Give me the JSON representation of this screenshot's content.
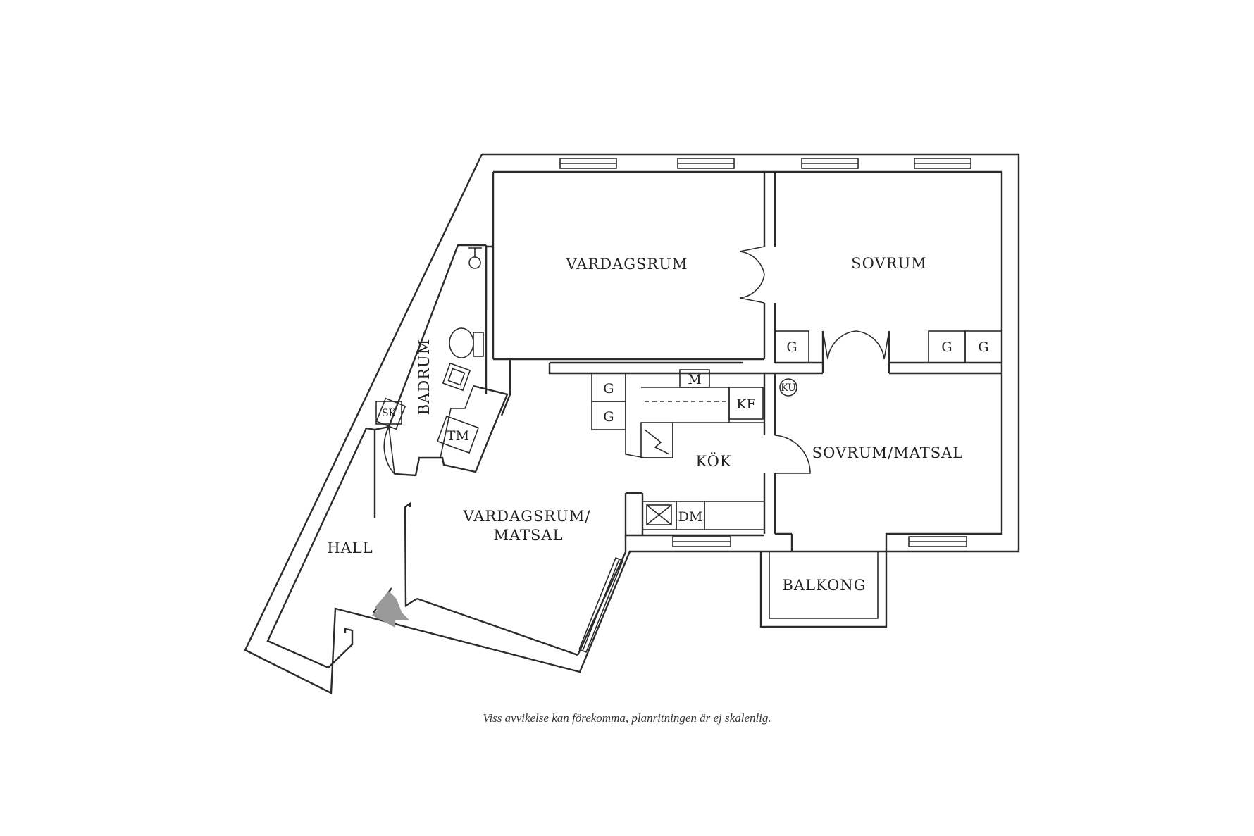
{
  "rooms": {
    "vardagsrum": "VARDAGSRUM",
    "sovrum": "SOVRUM",
    "sovrum_matsal": "SOVRUM/MATSAL",
    "kok": "KÖK",
    "vardagsrum_matsal_1": "VARDAGSRUM/",
    "vardagsrum_matsal_2": "MATSAL",
    "hall": "HALL",
    "badrum": "BADRUM",
    "balkong": "BALKONG"
  },
  "fixtures": {
    "g": "G",
    "m": "M",
    "kf": "KF",
    "tm": "TM",
    "sk": "SK",
    "ku": "KU",
    "dm": "DM"
  },
  "caption": "Viss avvikelse kan förekomma, planritningen är ej skalenlig.",
  "icons": [
    "entrance-arrow-icon",
    "stove-icon",
    "toilet-icon",
    "sink-icon",
    "shower-icon",
    "window-icon",
    "door-swing-icon"
  ],
  "colors": {
    "wall": "#2b2b2b",
    "entrance_arrow": "#9a9a9a",
    "background": "#ffffff"
  }
}
